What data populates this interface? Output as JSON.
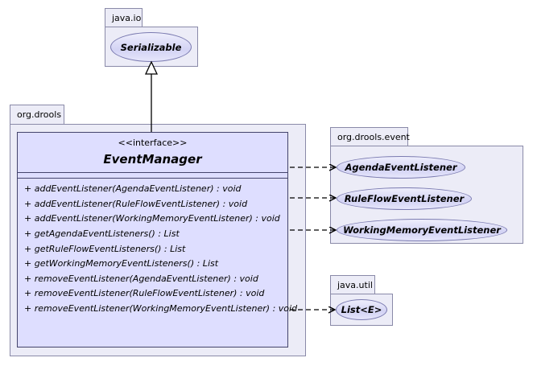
{
  "diagram": {
    "title": "EventManager UML class diagram",
    "type": "uml-class-diagram",
    "background": "#ffffff",
    "colors": {
      "package_fill": "#ececf7",
      "package_border": "#8a8aa8",
      "class_fill": "#dedeff",
      "class_border": "#44446b",
      "interface_fill": "#d8d8f6",
      "interface_border": "#7a7ab0",
      "line": "#000000"
    }
  },
  "packages": {
    "java_io": {
      "name": "java.io"
    },
    "org_drools": {
      "name": "org.drools"
    },
    "org_drools_event": {
      "name": "org.drools.event"
    },
    "java_util": {
      "name": "java.util"
    }
  },
  "interfaces": {
    "serializable": {
      "name": "Serializable"
    },
    "agenda_event_listener": {
      "name": "AgendaEventListener"
    },
    "ruleflow_event_listener": {
      "name": "RuleFlowEventListener"
    },
    "workingmemory_event_listener": {
      "name": "WorkingMemoryEventListener"
    },
    "list": {
      "name": "List<E>"
    }
  },
  "event_manager": {
    "stereotype": "<<interface>>",
    "name": "EventManager",
    "attributes": [],
    "methods": [
      {
        "visibility": "+",
        "signature": "addEventListener(AgendaEventListener) : void"
      },
      {
        "visibility": "+",
        "signature": "addEventListener(RuleFlowEventListener) : void"
      },
      {
        "visibility": "+",
        "signature": "addEventListener(WorkingMemoryEventListener) : void"
      },
      {
        "visibility": "+",
        "signature": "getAgendaEventListeners() : List"
      },
      {
        "visibility": "+",
        "signature": "getRuleFlowEventListeners() : List"
      },
      {
        "visibility": "+",
        "signature": "getWorkingMemoryEventListeners() : List"
      },
      {
        "visibility": "+",
        "signature": "removeEventListener(AgendaEventListener) : void"
      },
      {
        "visibility": "+",
        "signature": "removeEventListener(RuleFlowEventListener) : void"
      },
      {
        "visibility": "+",
        "signature": "removeEventListener(WorkingMemoryEventListener) : void"
      }
    ]
  },
  "relationships": [
    {
      "kind": "generalization",
      "from": "EventManager",
      "to": "Serializable",
      "style": "solid-hollow-triangle"
    },
    {
      "kind": "dependency",
      "from": "EventManager",
      "to": "AgendaEventListener",
      "style": "dashed-open-arrow"
    },
    {
      "kind": "dependency",
      "from": "EventManager",
      "to": "RuleFlowEventListener",
      "style": "dashed-open-arrow"
    },
    {
      "kind": "dependency",
      "from": "EventManager",
      "to": "WorkingMemoryEventListener",
      "style": "dashed-open-arrow"
    },
    {
      "kind": "dependency",
      "from": "EventManager",
      "to": "List<E>",
      "style": "dashed-open-arrow"
    }
  ]
}
